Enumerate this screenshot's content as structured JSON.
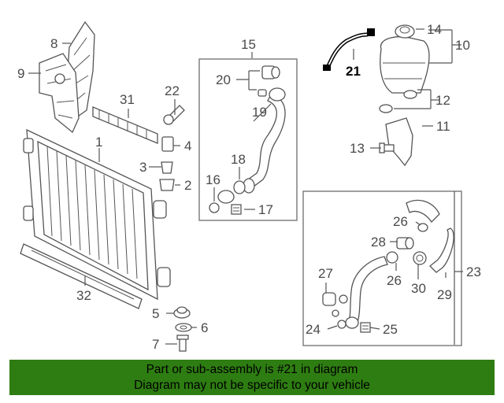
{
  "callouts": {
    "c1": "1",
    "c2": "2",
    "c3": "3",
    "c4": "4",
    "c5": "5",
    "c6": "6",
    "c7": "7",
    "c8": "8",
    "c9": "9",
    "c10": "10",
    "c11": "11",
    "c12": "12",
    "c13": "13",
    "c14": "14",
    "c15": "15",
    "c16": "16",
    "c17": "17",
    "c18": "18",
    "c19": "19",
    "c20": "20",
    "c21": "21",
    "c22": "22",
    "c23": "23",
    "c24": "24",
    "c25": "25",
    "c26a": "26",
    "c26b": "26",
    "c27": "27",
    "c28": "28",
    "c29": "29",
    "c30": "30",
    "c31": "31",
    "c32": "32"
  },
  "highlighted_part": "21",
  "footer": {
    "line1": "Part or sub-assembly is #21 in diagram",
    "line2": "Diagram may not be specific to your vehicle",
    "background_color": "#2e7d12"
  }
}
